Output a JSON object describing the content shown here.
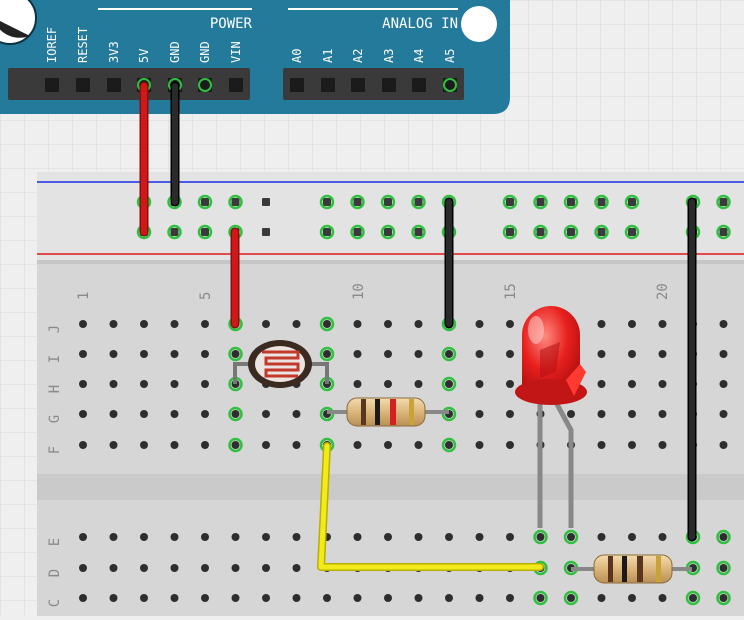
{
  "arduino": {
    "power_header_title": "POWER",
    "analog_header_title": "ANALOG IN",
    "power_pins": [
      "IOREF",
      "RESET",
      "3V3",
      "5V",
      "GND",
      "GND",
      "VIN"
    ],
    "analog_pins": [
      "A0",
      "A1",
      "A2",
      "A3",
      "A4",
      "A5"
    ],
    "board_color": "#237a9b"
  },
  "breadboard": {
    "column_numbers": [
      "1",
      "5",
      "10",
      "15",
      "20"
    ],
    "upper_row_letters": [
      "J",
      "I",
      "H",
      "G",
      "F"
    ],
    "lower_row_letters": [
      "E",
      "D",
      "C"
    ],
    "rail_blue": "#1a2ee6",
    "rail_red": "#e01a1a"
  },
  "components": {
    "led_color": "#e8201e",
    "wire_colors": {
      "power": "#d11818",
      "ground": "#1e1e1e",
      "signal": "#f2ea1a"
    }
  }
}
